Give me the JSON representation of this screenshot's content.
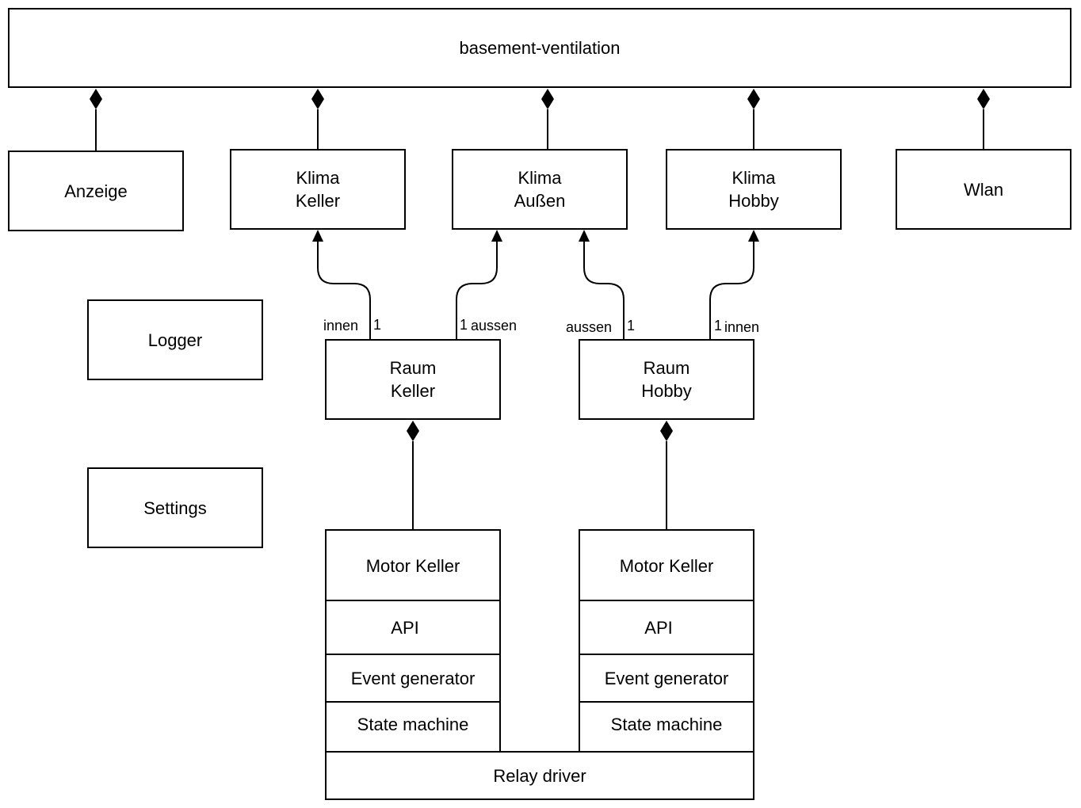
{
  "system": {
    "title": "basement-ventilation"
  },
  "components": {
    "anzeige": "Anzeige",
    "klima_keller": {
      "line1": "Klima",
      "line2": "Keller"
    },
    "klima_aussen": {
      "line1": "Klima",
      "line2": "Außen"
    },
    "klima_hobby": {
      "line1": "Klima",
      "line2": "Hobby"
    },
    "wlan": "Wlan",
    "logger": "Logger",
    "settings": "Settings",
    "raum_keller": {
      "line1": "Raum",
      "line2": "Keller"
    },
    "raum_hobby": {
      "line1": "Raum",
      "line2": "Hobby"
    }
  },
  "motors": [
    {
      "line1": "Motor",
      "line2": "Keller",
      "api": "API",
      "event": "Event generator",
      "state": "State machine"
    },
    {
      "line1": "Motor",
      "line2": "Keller",
      "api": "API",
      "event": "Event generator",
      "state": "State machine"
    }
  ],
  "relay_driver": "Relay driver",
  "association_labels": {
    "keller_innen": "innen",
    "keller_innen_mult": "1",
    "keller_aussen": "aussen",
    "keller_aussen_mult": "1",
    "hobby_aussen": "aussen",
    "hobby_aussen_mult": "1",
    "hobby_innen": "innen",
    "hobby_innen_mult": "1"
  }
}
